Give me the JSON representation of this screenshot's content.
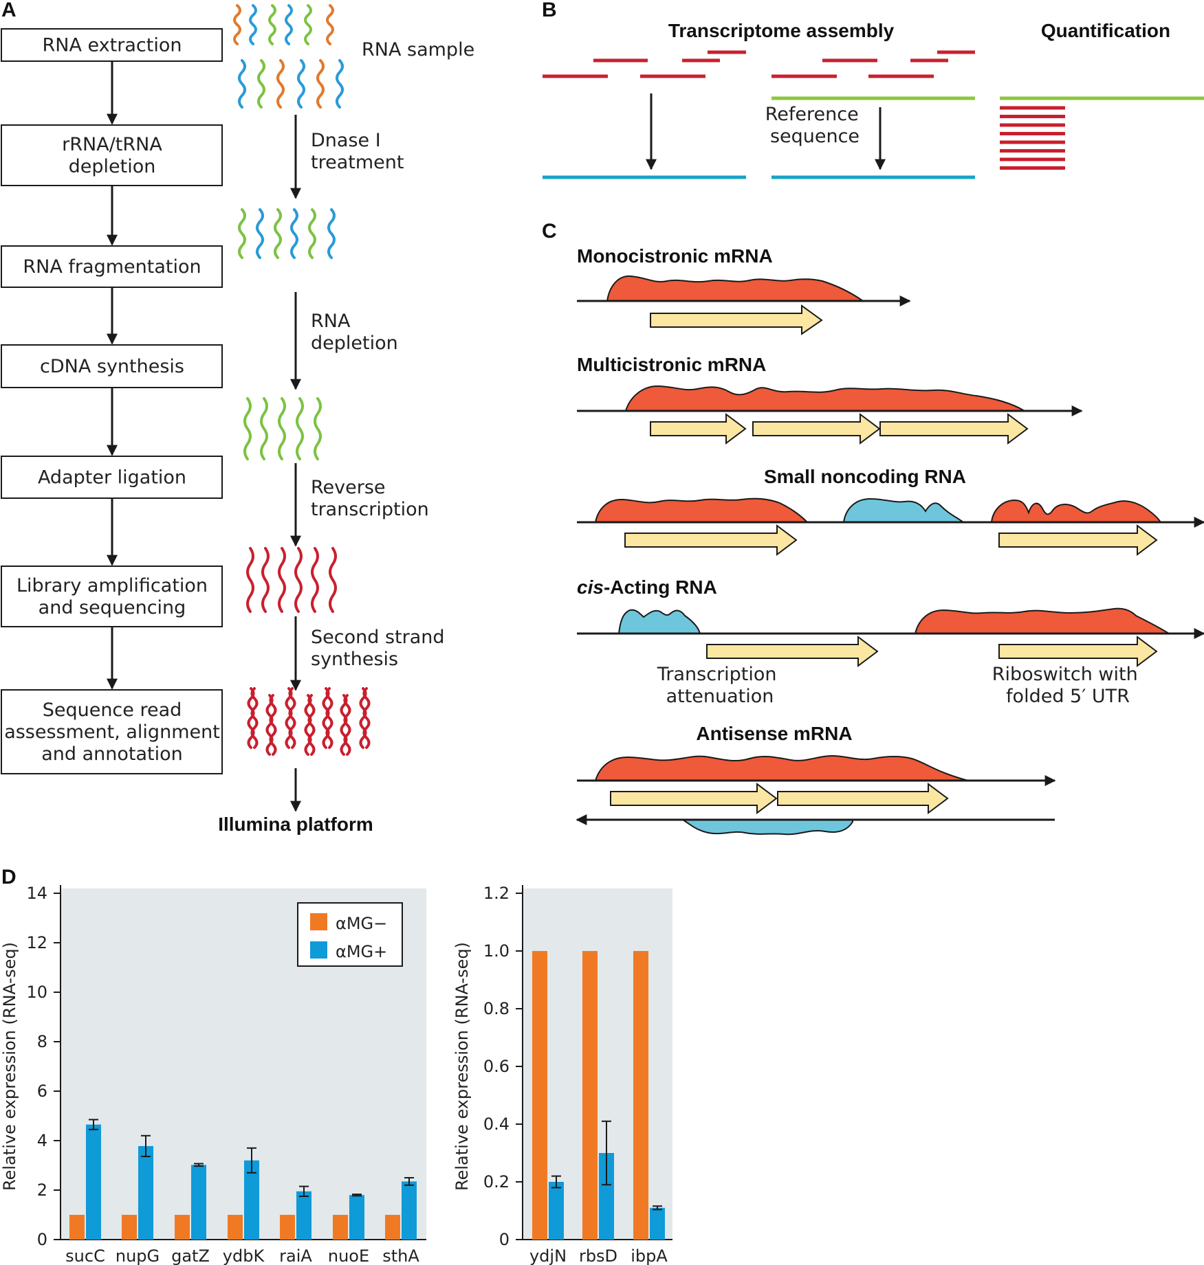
{
  "panels": {
    "a": "A",
    "b": "B",
    "c": "C",
    "d": "D"
  },
  "workflow": {
    "steps": [
      [
        "RNA extraction"
      ],
      [
        "rRNA/tRNA",
        "depletion"
      ],
      [
        "RNA fragmentation"
      ],
      [
        "cDNA synthesis"
      ],
      [
        "Adapter ligation"
      ],
      [
        "Library amplification",
        "and sequencing"
      ],
      [
        "Sequence read",
        "assessment, alignment",
        "and annotation"
      ]
    ],
    "side_labels": [
      [
        "RNA sample"
      ],
      [
        "Dnase I",
        "treatment"
      ],
      [
        "RNA",
        "depletion"
      ],
      [
        "Reverse",
        "transcription"
      ],
      [
        "Second strand",
        "synthesis"
      ]
    ],
    "platform": "Illumina platform"
  },
  "assembly": {
    "title": "Transcriptome assembly",
    "quant_title": "Quantification",
    "reference_label": [
      "Reference",
      "sequence"
    ]
  },
  "transcripts": {
    "monocistronic": "Monocistronic mRNA",
    "multicistronic": "Multicistronic mRNA",
    "small_noncoding": "Small noncoding RNA",
    "cis_acting_italic": "cis",
    "cis_acting_rest": "-Acting RNA",
    "attenuation": [
      "Transcription",
      "attenuation"
    ],
    "riboswitch": [
      "Riboswitch with",
      "folded 5′ UTR"
    ],
    "antisense": "Antisense mRNA"
  },
  "colors": {
    "minus": "#f07a23",
    "plus": "#0f9ad8",
    "read": "#c8202e",
    "reference": "#8cc63f",
    "assembled": "#19a3c6",
    "transcript": "#ee5a3a",
    "noncoding": "#6ec6dc",
    "gene": "#fbe6a2",
    "plot_bg": "#e3e8ea"
  },
  "chart_data": [
    {
      "type": "bar",
      "categories": [
        "sucC",
        "nupG",
        "gatZ",
        "ydbK",
        "raiA",
        "nuoE",
        "sthA"
      ],
      "series": [
        {
          "name": "αMG−",
          "values": [
            1,
            1,
            1,
            1,
            1,
            1,
            1
          ]
        },
        {
          "name": "αMG+",
          "values": [
            4.65,
            3.78,
            3.02,
            3.2,
            1.95,
            1.8,
            2.35
          ],
          "errors": [
            0.2,
            0.42,
            0.05,
            0.5,
            0.2,
            0.03,
            0.15
          ]
        }
      ],
      "ylabel": "Relative expression (RNA-seq)",
      "ylim": [
        0,
        14
      ],
      "yticks": [
        0,
        2,
        4,
        6,
        8,
        10,
        12,
        14
      ],
      "legend": "top-right"
    },
    {
      "type": "bar",
      "categories": [
        "ydjN",
        "rbsD",
        "ibpA"
      ],
      "series": [
        {
          "name": "αMG−",
          "values": [
            1.0,
            1.0,
            1.0
          ]
        },
        {
          "name": "αMG+",
          "values": [
            0.2,
            0.3,
            0.11
          ],
          "errors": [
            0.02,
            0.11,
            0.006
          ]
        }
      ],
      "ylabel": "Relative expression (RNA-seq)",
      "ylim": [
        0,
        1.2
      ],
      "yticks": [
        "0",
        "0.2",
        "0.4",
        "0.6",
        "0.8",
        "1.0",
        "1.2"
      ]
    }
  ]
}
